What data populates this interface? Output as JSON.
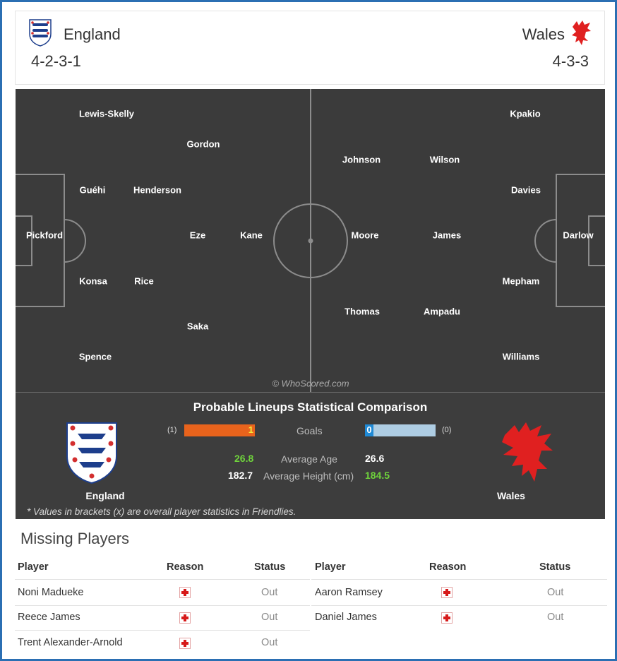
{
  "header": {
    "home": {
      "name": "England",
      "formation": "4-2-3-1"
    },
    "away": {
      "name": "Wales",
      "formation": "4-3-3"
    }
  },
  "pitch": {
    "watermark": "© WhoScored.com",
    "home_players": {
      "pickford": "Pickford",
      "lewis_skelly": "Lewis-Skelly",
      "guehi": "Guéhi",
      "konsa": "Konsa",
      "spence": "Spence",
      "henderson": "Henderson",
      "rice": "Rice",
      "gordon": "Gordon",
      "eze": "Eze",
      "saka": "Saka",
      "kane": "Kane"
    },
    "away_players": {
      "darlow": "Darlow",
      "kpakio": "Kpakio",
      "davies": "Davies",
      "mepham": "Mepham",
      "williams": "Williams",
      "johnson": "Johnson",
      "moore": "Moore",
      "thomas": "Thomas",
      "wilson": "Wilson",
      "james": "James",
      "ampadu": "Ampadu"
    }
  },
  "stats": {
    "title": "Probable Lineups Statistical Comparison",
    "home_team": "England",
    "away_team": "Wales",
    "goals": {
      "label": "Goals",
      "home": "1",
      "away": "0",
      "home_overall": "(1)",
      "away_overall": "(0)"
    },
    "age": {
      "label": "Average Age",
      "home": "26.8",
      "away": "26.6"
    },
    "height": {
      "label": "Average Height (cm)",
      "home": "182.7",
      "away": "184.5"
    },
    "footnote": "* Values in brackets (x) are overall player statistics in Friendlies.",
    "colors": {
      "home_bar": "#e8631c",
      "away_bar": "#aecde3",
      "better": "#6fd33c",
      "neutral": "#ffffff"
    }
  },
  "missing": {
    "title": "Missing Players",
    "columns": {
      "player": "Player",
      "reason": "Reason",
      "status": "Status"
    },
    "home": [
      {
        "player": "Noni Madueke",
        "reason": "injury-icon",
        "status": "Out"
      },
      {
        "player": "Reece James",
        "reason": "injury-icon",
        "status": "Out"
      },
      {
        "player": "Trent Alexander-Arnold",
        "reason": "injury-icon",
        "status": "Out"
      }
    ],
    "away": [
      {
        "player": "Aaron Ramsey",
        "reason": "injury-icon",
        "status": "Out"
      },
      {
        "player": "Daniel James",
        "reason": "injury-icon",
        "status": "Out"
      }
    ]
  }
}
